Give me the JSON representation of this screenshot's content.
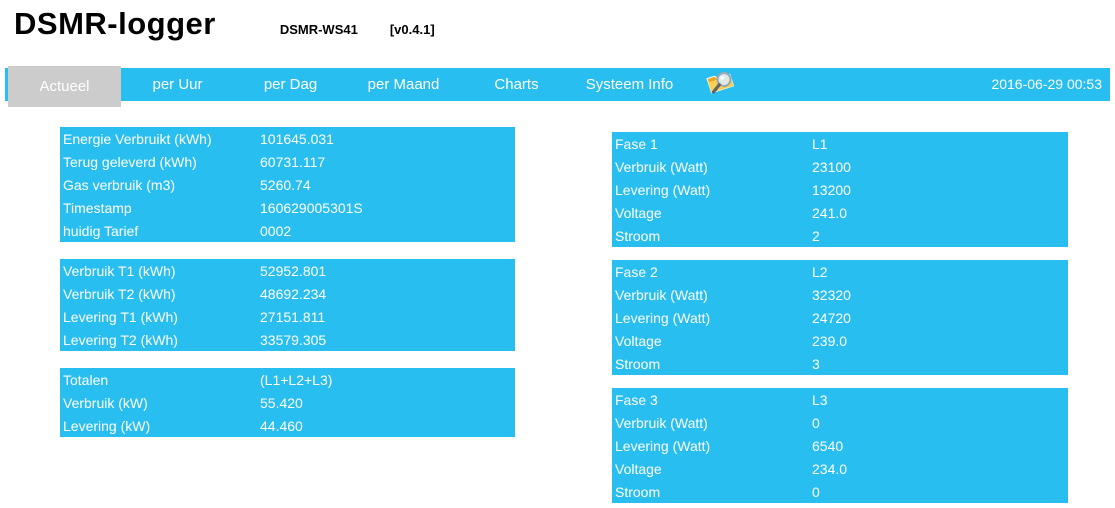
{
  "header": {
    "title": "DSMR-logger",
    "device_name": "DSMR-WS41",
    "firmware_version": "[v0.4.1]"
  },
  "nav": {
    "tabs": [
      {
        "id": "actueel",
        "label": "Actueel",
        "active": true
      },
      {
        "id": "per-uur",
        "label": "per Uur",
        "active": false
      },
      {
        "id": "per-dag",
        "label": "per Dag",
        "active": false
      },
      {
        "id": "per-maand",
        "label": "per Maand",
        "active": false
      },
      {
        "id": "charts",
        "label": "Charts",
        "active": false
      },
      {
        "id": "systeem-info",
        "label": "Systeem Info",
        "active": false
      }
    ],
    "icon": "folder-search-icon",
    "datetime": "2016-06-29 00:53"
  },
  "colors": {
    "accent_blue": "#28BEF0",
    "active_tab_gray": "#CCCCCC",
    "panel_text": "#FFFFFF"
  },
  "panels": {
    "left": [
      {
        "name": "meter-totals",
        "rows": [
          {
            "label": "Energie Verbruikt (kWh)",
            "value": "101645.031"
          },
          {
            "label": "Terug geleverd (kWh)",
            "value": "60731.117"
          },
          {
            "label": "Gas verbruik (m3)",
            "value": "5260.74"
          },
          {
            "label": "Timestamp",
            "value": "160629005301S"
          },
          {
            "label": "huidig Tarief",
            "value": "0002"
          }
        ]
      },
      {
        "name": "tariff-counters",
        "rows": [
          {
            "label": "Verbruik T1 (kWh)",
            "value": "52952.801"
          },
          {
            "label": "Verbruik T2 (kWh)",
            "value": "48692.234"
          },
          {
            "label": "Levering T1 (kWh)",
            "value": "27151.811"
          },
          {
            "label": "Levering T2 (kWh)",
            "value": "33579.305"
          }
        ]
      },
      {
        "name": "totals",
        "rows": [
          {
            "label": "Totalen",
            "value": "(L1+L2+L3)"
          },
          {
            "label": "Verbruik (kW)",
            "value": "55.420"
          },
          {
            "label": "Levering (kW)",
            "value": "44.460"
          }
        ]
      }
    ],
    "right": [
      {
        "name": "fase-1",
        "rows": [
          {
            "label": "Fase 1",
            "value": "L1"
          },
          {
            "label": "Verbruik (Watt)",
            "value": "23100"
          },
          {
            "label": "Levering (Watt)",
            "value": "13200"
          },
          {
            "label": "Voltage",
            "value": "241.0"
          },
          {
            "label": "Stroom",
            "value": "2"
          }
        ]
      },
      {
        "name": "fase-2",
        "rows": [
          {
            "label": "Fase 2",
            "value": "L2"
          },
          {
            "label": "Verbruik (Watt)",
            "value": "32320"
          },
          {
            "label": "Levering (Watt)",
            "value": "24720"
          },
          {
            "label": "Voltage",
            "value": "239.0"
          },
          {
            "label": "Stroom",
            "value": "3"
          }
        ]
      },
      {
        "name": "fase-3",
        "rows": [
          {
            "label": "Fase 3",
            "value": "L3"
          },
          {
            "label": "Verbruik (Watt)",
            "value": "0"
          },
          {
            "label": "Levering (Watt)",
            "value": "6540"
          },
          {
            "label": "Voltage",
            "value": "234.0"
          },
          {
            "label": "Stroom",
            "value": "0"
          }
        ]
      }
    ]
  }
}
